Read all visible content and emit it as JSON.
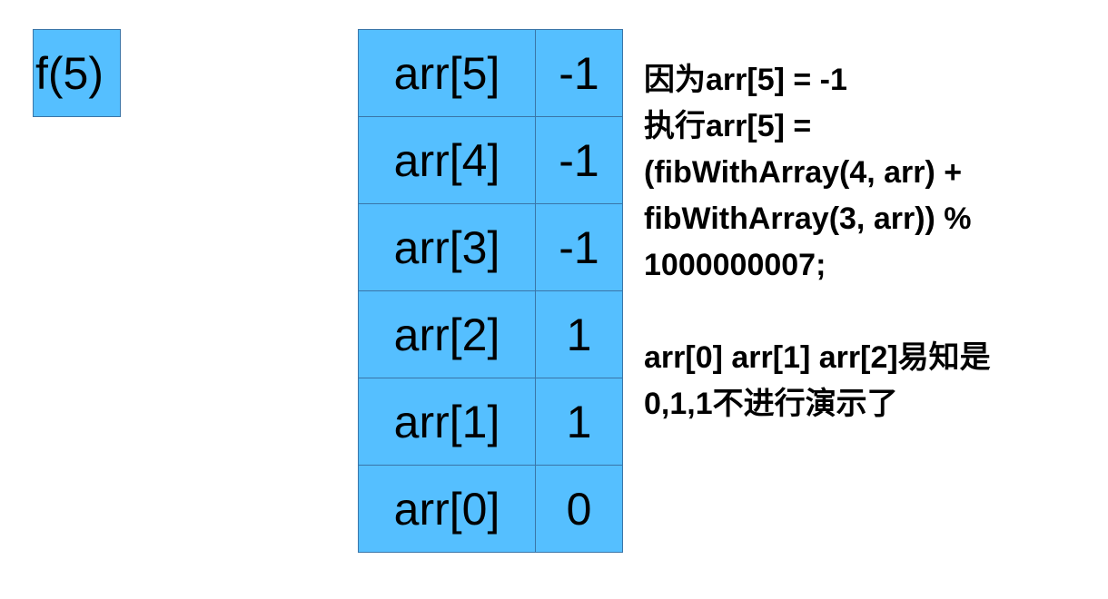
{
  "call_box": {
    "label": "f(5)"
  },
  "array": {
    "rows": [
      {
        "index": "arr[5]",
        "value": "-1"
      },
      {
        "index": "arr[4]",
        "value": "-1"
      },
      {
        "index": "arr[3]",
        "value": "-1"
      },
      {
        "index": "arr[2]",
        "value": "1"
      },
      {
        "index": "arr[1]",
        "value": "1"
      },
      {
        "index": "arr[0]",
        "value": "0"
      }
    ]
  },
  "notes": {
    "explanation": "因为arr[5] = -1\n执行arr[5] =\n(fibWithArray(4, arr) +\nfibWithArray(3, arr)) %\n1000000007;",
    "base_cases": "arr[0] arr[1] arr[2]易知是\n0,1,1不进行演示了"
  },
  "colors": {
    "cell_fill": "#55bfff",
    "cell_border": "#3a75a8"
  }
}
